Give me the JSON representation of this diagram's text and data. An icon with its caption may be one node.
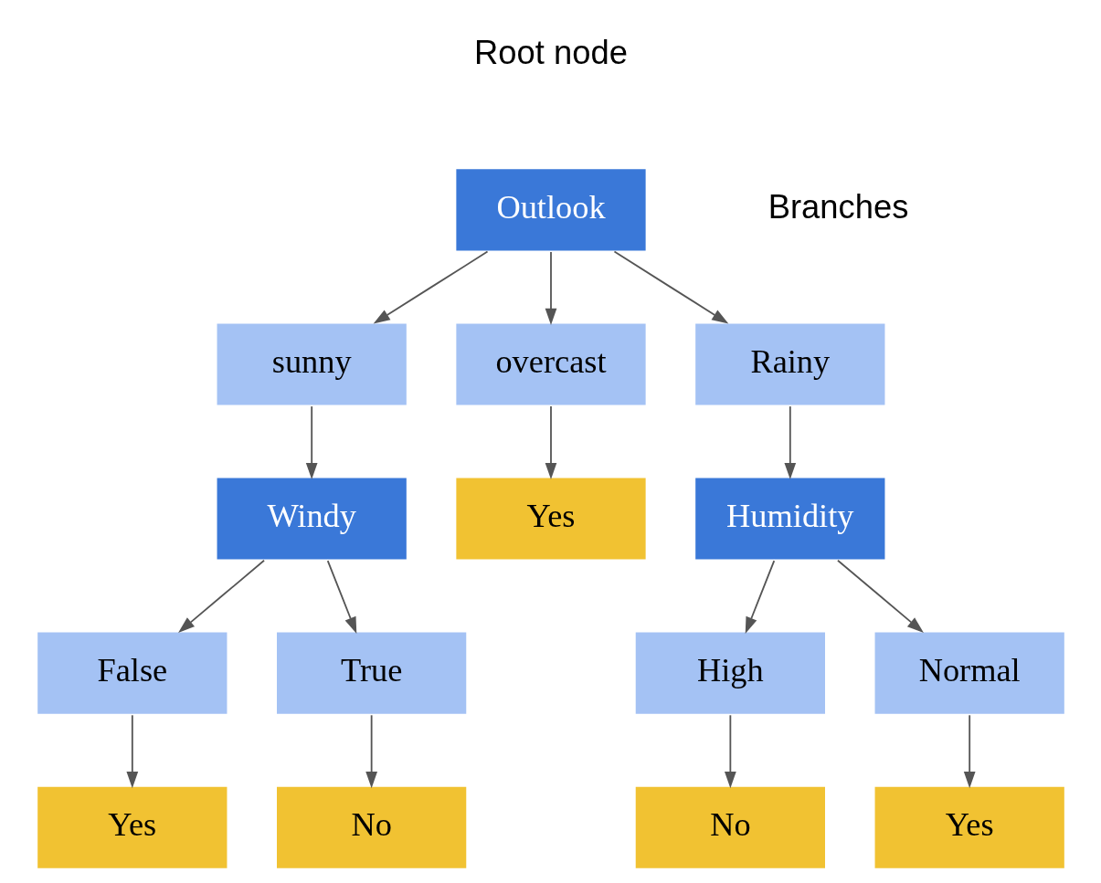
{
  "diagram": {
    "nodes": [
      {
        "text": [
          "Outlook"
        ]
      },
      {
        "text": [
          "sunny"
        ]
      },
      {
        "text": [
          "overcast"
        ]
      },
      {
        "text": [
          "Rainy"
        ]
      },
      {
        "text": [
          "Windy"
        ]
      },
      {
        "text": [
          "Yes"
        ]
      },
      {
        "text": [
          "Humidity"
        ]
      },
      {
        "text": [
          "False"
        ]
      },
      {
        "text": [
          "True"
        ]
      },
      {
        "text": [
          "High"
        ]
      },
      {
        "text": [
          "Normal"
        ]
      },
      {
        "text": [
          "Yes"
        ]
      },
      {
        "text": [
          "No"
        ]
      },
      {
        "text": [
          "No"
        ]
      },
      {
        "text": [
          "Yes"
        ]
      }
    ],
    "edges": [
      {
        "from": 0,
        "to": 1,
        "arrow": "to"
      },
      {
        "from": 0,
        "to": 2,
        "arrow": "to"
      },
      {
        "from": 0,
        "to": 3,
        "arrow": "to"
      },
      {
        "from": 1,
        "to": 4,
        "arrow": "to"
      },
      {
        "from": 2,
        "to": 5,
        "arrow": "to"
      },
      {
        "from": 3,
        "to": 6,
        "arrow": "to"
      },
      {
        "from": 4,
        "to": 7,
        "arrow": "to"
      },
      {
        "from": 4,
        "to": 8,
        "arrow": "to"
      },
      {
        "from": 6,
        "to": 9,
        "arrow": "to"
      },
      {
        "from": 6,
        "to": 10,
        "arrow": "to"
      },
      {
        "from": 7,
        "to": 11,
        "arrow": "to"
      },
      {
        "from": 8,
        "to": 12,
        "arrow": "to"
      },
      {
        "from": 9,
        "to": 13,
        "arrow": "to"
      },
      {
        "from": 10,
        "to": 14,
        "arrow": "to"
      }
    ],
    "labels": [
      "Root node",
      "Branches"
    ]
  }
}
